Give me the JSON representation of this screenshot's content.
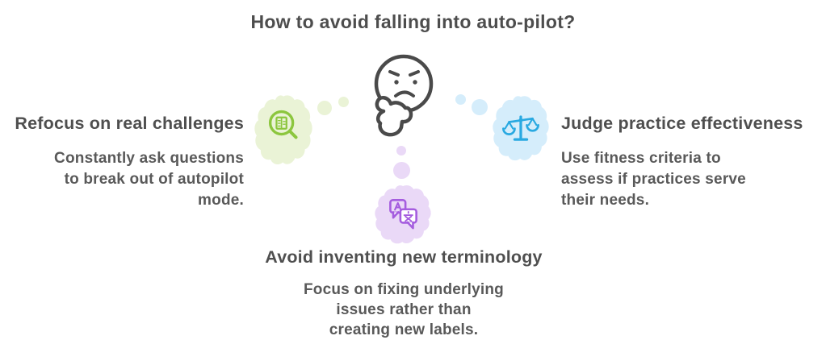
{
  "title": "How to avoid falling into auto-pilot?",
  "center": {
    "icon": "thinking-face-icon"
  },
  "branches": {
    "left": {
      "heading": "Refocus on real challenges",
      "body_lines": [
        "Constantly ask questions",
        "to break out of autopilot",
        "mode."
      ],
      "icon": "magnifying-glass-document-icon"
    },
    "right": {
      "heading": "Judge practice effectiveness",
      "body_lines": [
        "Use fitness criteria to",
        "assess if practices serve",
        "their needs."
      ],
      "icon": "balance-scales-icon"
    },
    "bottom": {
      "heading": "Avoid inventing new terminology",
      "body_lines": [
        "Focus on fixing underlying",
        "issues rather than",
        "creating new labels."
      ],
      "icon": "translation-bubbles-icon"
    }
  },
  "colors": {
    "background": "#ffffff",
    "title-text": "#4d4d4d",
    "heading-text": "#4f4f4f",
    "body-text": "#595959",
    "face-stroke": "#4a4a4a",
    "green-accent": "#8cc63e",
    "green-fill": "#eaf3d6",
    "blue-accent": "#29a9e1",
    "blue-fill": "#d5edfb",
    "purple-accent": "#a55ddf",
    "purple-fill": "#ead9f7"
  }
}
